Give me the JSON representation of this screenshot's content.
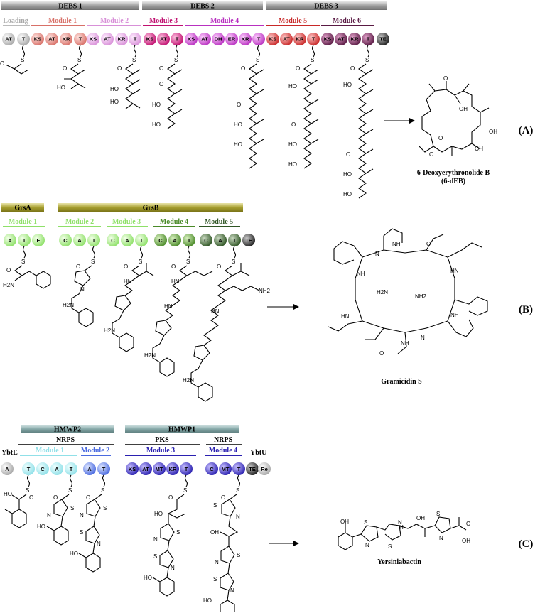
{
  "colors": {
    "gray_bar": "#8a8a8a",
    "olive_bar": "#8a8420",
    "teal_bar": "#6f8f8f",
    "loading": "#bdbdbd",
    "debs_m1": "#e08a82",
    "debs_m2": "#e8a0e8",
    "debs_m3": "#d0207a",
    "debs_m4": "#d040d8",
    "debs_m5": "#d83030",
    "debs_m6": "#6a2050",
    "grs_light": "#a8f088",
    "grs_mid": "#5a9a30",
    "grs_dark": "#3f6b30",
    "hm_light": "#a8f0f0",
    "hm_blue": "#5a7ae8",
    "hm_dark": "#3a30c0",
    "te_black": "#444444"
  },
  "panel_a": {
    "label": "(A)",
    "bars": [
      {
        "id": "debs1",
        "text": "DEBS 1"
      },
      {
        "id": "debs2",
        "text": "DEBS 2"
      },
      {
        "id": "debs3",
        "text": "DEBS 3"
      }
    ],
    "modules": [
      {
        "id": "loading",
        "text": "Loading"
      },
      {
        "id": "m1",
        "text": "Module 1"
      },
      {
        "id": "m2",
        "text": "Module 2"
      },
      {
        "id": "m3",
        "text": "Module 3"
      },
      {
        "id": "m4",
        "text": "Module 4"
      },
      {
        "id": "m5",
        "text": "Module 5"
      },
      {
        "id": "m6",
        "text": "Module 6"
      }
    ],
    "domains": [
      "AT",
      "T",
      "KS",
      "AT",
      "KR",
      "T",
      "KS",
      "AT",
      "KR",
      "T",
      "KS",
      "AT",
      "T",
      "KS",
      "AT",
      "DH",
      "ER",
      "KR",
      "T",
      "KS",
      "AT",
      "KR",
      "T",
      "KS",
      "AT",
      "KR",
      "T",
      "TE"
    ],
    "product": {
      "name_line1": "6-Deoxyerythronolide B",
      "name_line2": "(6-dEB)"
    },
    "chem_labels": {
      "ho": "HO",
      "oh": "OH",
      "o": "O",
      "s": "S"
    }
  },
  "panel_b": {
    "label": "(B)",
    "bars": [
      {
        "id": "grsa",
        "text": "GrsA"
      },
      {
        "id": "grsb",
        "text": "GrsB"
      }
    ],
    "modules": [
      {
        "id": "m1",
        "text": "Module 1"
      },
      {
        "id": "m2",
        "text": "Module 2"
      },
      {
        "id": "m3",
        "text": "Module 3"
      },
      {
        "id": "m4",
        "text": "Module 4"
      },
      {
        "id": "m5",
        "text": "Module 5"
      }
    ],
    "domains": [
      "A",
      "T",
      "E",
      "C",
      "A",
      "T",
      "C",
      "A",
      "T",
      "C",
      "A",
      "T",
      "C",
      "A",
      "T",
      "TE"
    ],
    "product": {
      "name": "Gramicidin S"
    },
    "chem_labels": {
      "h2n": "H2N",
      "nh2": "NH2",
      "nh": "NH",
      "hn": "HN",
      "n": "N",
      "o": "O",
      "s": "S"
    }
  },
  "panel_c": {
    "label": "(C)",
    "bars": [
      {
        "id": "hmwp2",
        "text": "HMWP2"
      },
      {
        "id": "hmwp1",
        "text": "HMWP1"
      }
    ],
    "sub_bars": [
      {
        "id": "nrps1",
        "text": "NRPS"
      },
      {
        "id": "pks",
        "text": "PKS"
      },
      {
        "id": "nrps2",
        "text": "NRPS"
      }
    ],
    "side_labels": {
      "ybte": "YbtE",
      "ybtu": "YbtU"
    },
    "modules": [
      {
        "id": "m1",
        "text": "Module 1"
      },
      {
        "id": "m2",
        "text": "Module 2"
      },
      {
        "id": "m3",
        "text": "Module 3"
      },
      {
        "id": "m4",
        "text": "Module 4"
      }
    ],
    "domains": [
      "A",
      "T",
      "C",
      "A",
      "T",
      "A",
      "T",
      "KS",
      "AT",
      "MT",
      "KR",
      "T",
      "C",
      "MT",
      "T",
      "TE",
      "Re"
    ],
    "product": {
      "name": "Yersiniabactin"
    },
    "chem_labels": {
      "ho": "HO",
      "oh": "OH",
      "o": "O",
      "s": "S",
      "n": "N",
      "h": "H"
    }
  }
}
